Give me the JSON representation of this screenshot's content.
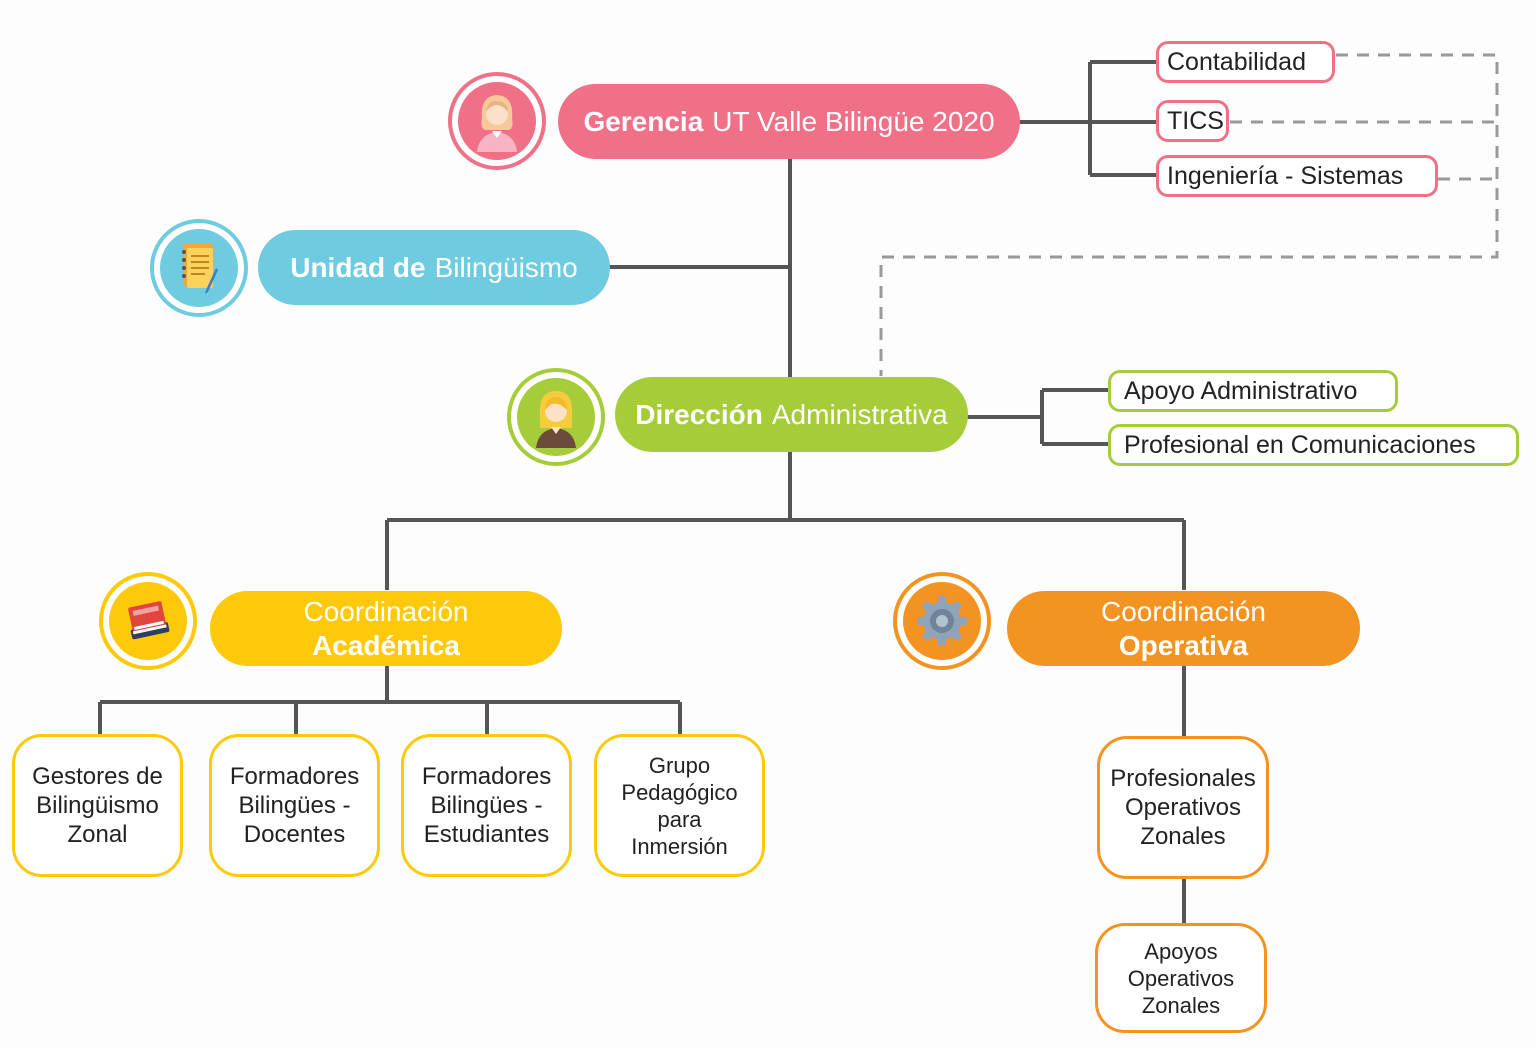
{
  "colors": {
    "pink": "#f07088",
    "blue": "#6fcbe0",
    "green": "#a7cc3a",
    "yellow": "#fdc90a",
    "orange": "#f39322",
    "line": "#555555",
    "dashed": "#999999"
  },
  "gerencia": {
    "bold": "Gerencia",
    "rest": "UT Valle Bilingüe 2020",
    "icon": "woman-avatar-icon"
  },
  "unidad": {
    "bold": "Unidad de",
    "rest": "Bilingüismo",
    "icon": "notebook-icon"
  },
  "direccion": {
    "bold": "Dirección",
    "rest": "Administrativa",
    "icon": "blonde-woman-avatar-icon"
  },
  "gerencia_support": [
    "Contabilidad",
    "TICS",
    "Ingeniería - Sistemas"
  ],
  "direccion_support": [
    "Apoyo Administrativo",
    "Profesional en Comunicaciones"
  ],
  "coord_academica": {
    "line1": "Coordinación",
    "line2": "Académica",
    "icon": "books-icon"
  },
  "coord_operativa": {
    "line1": "Coordinación",
    "line2": "Operativa",
    "icon": "gear-icon"
  },
  "academica_children": [
    [
      "Gestores de",
      "Bilingüismo",
      "Zonal"
    ],
    [
      "Formadores",
      "Bilingües -",
      "Docentes"
    ],
    [
      "Formadores",
      "Bilingües -",
      "Estudiantes"
    ],
    [
      "Grupo",
      "Pedagógico",
      "para",
      "Inmersión"
    ]
  ],
  "operativa_children": [
    [
      "Profesionales",
      "Operativos",
      "Zonales"
    ],
    [
      "Apoyos",
      "Operativos",
      "Zonales"
    ]
  ]
}
